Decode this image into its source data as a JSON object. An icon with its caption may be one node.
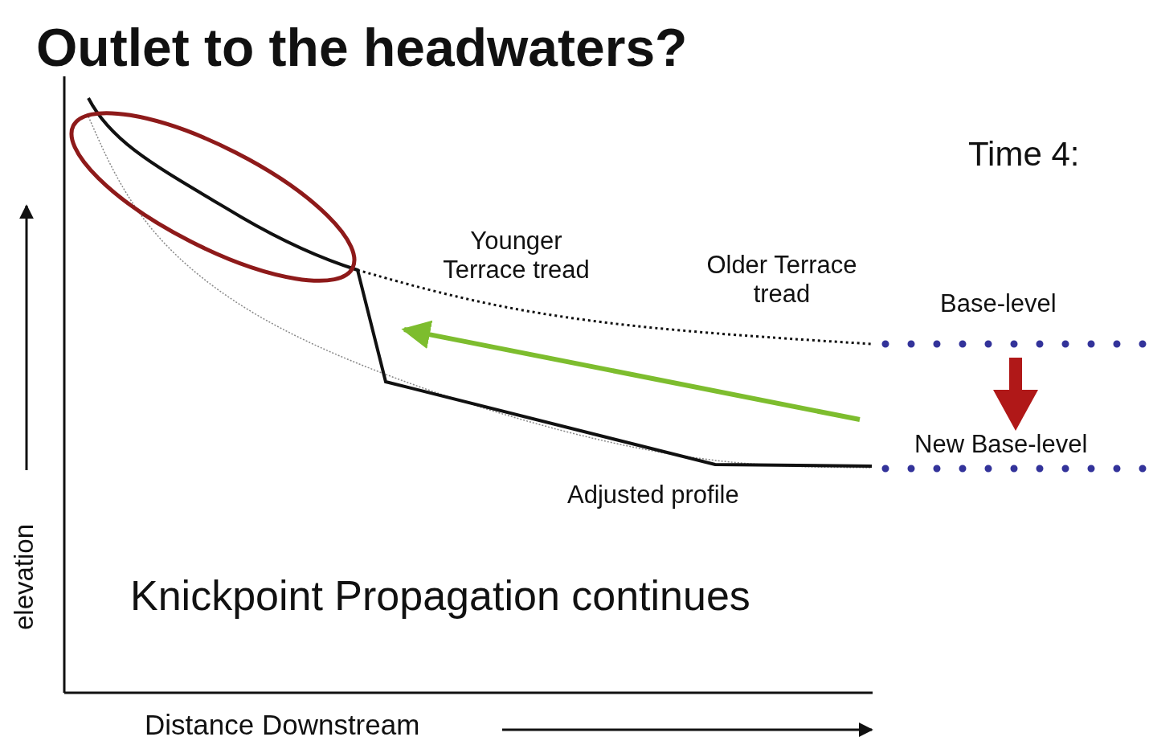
{
  "diagram": {
    "title": "Outlet to the headwaters?",
    "labels": [
      "Time 4:",
      "Younger Terrace tread",
      "Older Terrace tread",
      "Base-level",
      "New Base-level",
      "Adjusted profile",
      "Knickpoint Propagation continues",
      "elevation",
      "Distance Downstream"
    ]
  }
}
